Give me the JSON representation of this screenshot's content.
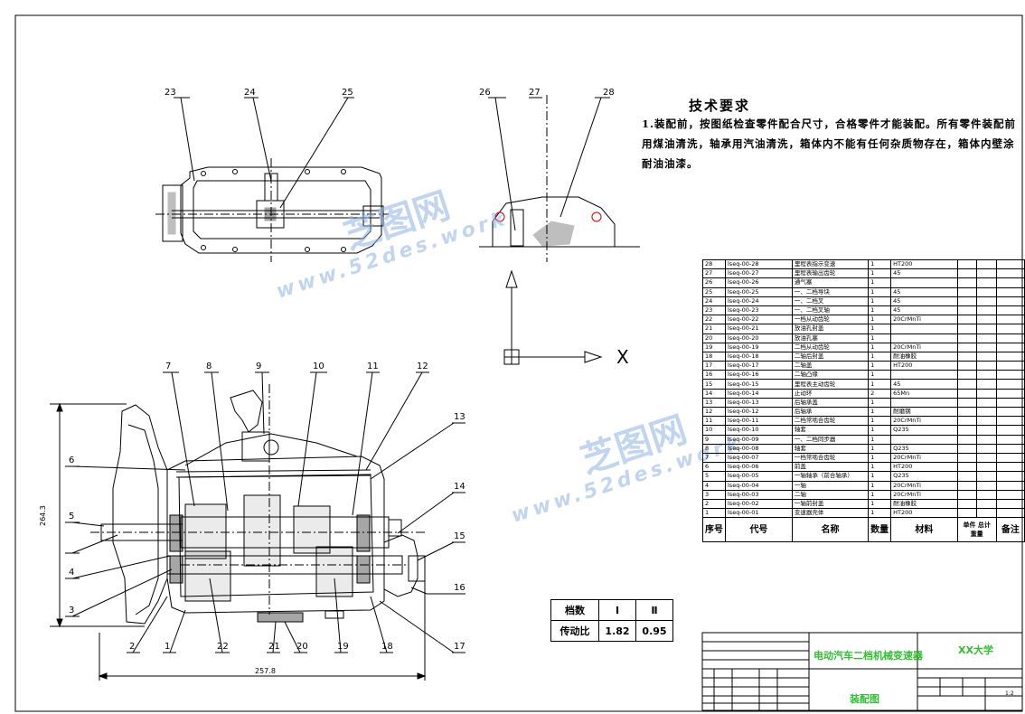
{
  "tech_requirements": {
    "title": "技术要求",
    "body": "1.装配前，按图纸检查零件配合尺寸，合格零件才能装配。所有零件装配前用煤油清洗，轴承用汽油清洗，箱体内不能有任何杂质物存在，箱体内壁涂耐油油漆。"
  },
  "watermark": {
    "cn": "芝图网",
    "url": "www.52des.work"
  },
  "part_labels_top": [
    "23",
    "24",
    "25",
    "26",
    "27",
    "28"
  ],
  "part_labels_main": [
    "1",
    "2",
    "3",
    "4",
    "5",
    "6",
    "7",
    "8",
    "9",
    "10",
    "11",
    "12",
    "13",
    "14",
    "15",
    "16",
    "17",
    "18",
    "19",
    "20",
    "21",
    "22"
  ],
  "dimensions": {
    "height": "264.3",
    "width": "257.8"
  },
  "axis": {
    "x_label": "X"
  },
  "gear_ratio": {
    "header_label": "档数",
    "row_label": "传动比",
    "gears": [
      "Ⅰ",
      "Ⅱ"
    ],
    "ratios": [
      "1.82",
      "0.95"
    ]
  },
  "bom": {
    "headers": {
      "no": "序号",
      "code": "代号",
      "name": "名称",
      "qty": "数量",
      "material": "材料",
      "unit_weight": "单件",
      "total_weight": "总计",
      "weight": "重量",
      "remark": "备注"
    },
    "rows": [
      {
        "no": "28",
        "code": "lseq-00-28",
        "name": "里程表指示变速",
        "qty": "1",
        "material": "HT200"
      },
      {
        "no": "27",
        "code": "lseq-00-27",
        "name": "里程表输出齿轮",
        "qty": "1",
        "material": "45"
      },
      {
        "no": "26",
        "code": "lseq-00-26",
        "name": "通气塞",
        "qty": "1",
        "material": ""
      },
      {
        "no": "25",
        "code": "lseq-00-25",
        "name": "一、二档导块",
        "qty": "1",
        "material": "45"
      },
      {
        "no": "24",
        "code": "lseq-00-24",
        "name": "一、二档叉",
        "qty": "1",
        "material": "45"
      },
      {
        "no": "23",
        "code": "lseq-00-23",
        "name": "一、二档叉轴",
        "qty": "1",
        "material": "45"
      },
      {
        "no": "22",
        "code": "lseq-00-22",
        "name": "一档从动齿轮",
        "qty": "1",
        "material": "20CrMnTi"
      },
      {
        "no": "21",
        "code": "lseq-00-21",
        "name": "放油孔封盖",
        "qty": "1",
        "material": ""
      },
      {
        "no": "20",
        "code": "lseq-00-20",
        "name": "放油孔塞",
        "qty": "1",
        "material": ""
      },
      {
        "no": "19",
        "code": "lseq-00-19",
        "name": "二档从动齿轮",
        "qty": "1",
        "material": "20CrMnTi"
      },
      {
        "no": "18",
        "code": "lseq-00-18",
        "name": "二轴后封盖",
        "qty": "1",
        "material": "耐油橡胶"
      },
      {
        "no": "17",
        "code": "lseq-00-17",
        "name": "二轴盖",
        "qty": "1",
        "material": "HT200"
      },
      {
        "no": "16",
        "code": "lseq-00-16",
        "name": "二轴凸缘",
        "qty": "1",
        "material": ""
      },
      {
        "no": "15",
        "code": "lseq-00-15",
        "name": "里程表主动齿轮",
        "qty": "1",
        "material": "45"
      },
      {
        "no": "14",
        "code": "lseq-00-14",
        "name": "止动环",
        "qty": "2",
        "material": "65Mn"
      },
      {
        "no": "13",
        "code": "lseq-00-13",
        "name": "后轴承盖",
        "qty": "1",
        "material": ""
      },
      {
        "no": "12",
        "code": "lseq-00-12",
        "name": "后轴承",
        "qty": "1",
        "material": "耐磨钢"
      },
      {
        "no": "11",
        "code": "lseq-00-11",
        "name": "二档常啮合齿轮",
        "qty": "1",
        "material": "20CrMnTi"
      },
      {
        "no": "10",
        "code": "lseq-00-10",
        "name": "轴套",
        "qty": "1",
        "material": "Q235"
      },
      {
        "no": "9",
        "code": "lseq-00-09",
        "name": "一、二档同步器",
        "qty": "1",
        "material": ""
      },
      {
        "no": "8",
        "code": "lseq-00-08",
        "name": "轴套",
        "qty": "1",
        "material": "Q235"
      },
      {
        "no": "7",
        "code": "lseq-00-07",
        "name": "一档常啮合齿轮",
        "qty": "1",
        "material": "20CrMnTi"
      },
      {
        "no": "6",
        "code": "lseq-00-06",
        "name": "前盖",
        "qty": "1",
        "material": "HT200"
      },
      {
        "no": "5",
        "code": "lseq-00-05",
        "name": "一轴轴承（前合轴承）",
        "qty": "1",
        "material": "Q235"
      },
      {
        "no": "4",
        "code": "lseq-00-04",
        "name": "一轴",
        "qty": "1",
        "material": "20CrMnTi"
      },
      {
        "no": "3",
        "code": "lseq-00-03",
        "name": "二轴",
        "qty": "1",
        "material": "20CrMnTi"
      },
      {
        "no": "2",
        "code": "lseq-00-02",
        "name": "一轴前封盖",
        "qty": "1",
        "material": "耐油橡胶"
      },
      {
        "no": "1",
        "code": "lseq-00-01",
        "name": "变速器壳体",
        "qty": "1",
        "material": "HT200"
      }
    ]
  },
  "title_block": {
    "product_name": "电动汽车二档机械变速器",
    "school": "XX大学",
    "drawing_type": "装配图",
    "scale_value": "1:2"
  }
}
